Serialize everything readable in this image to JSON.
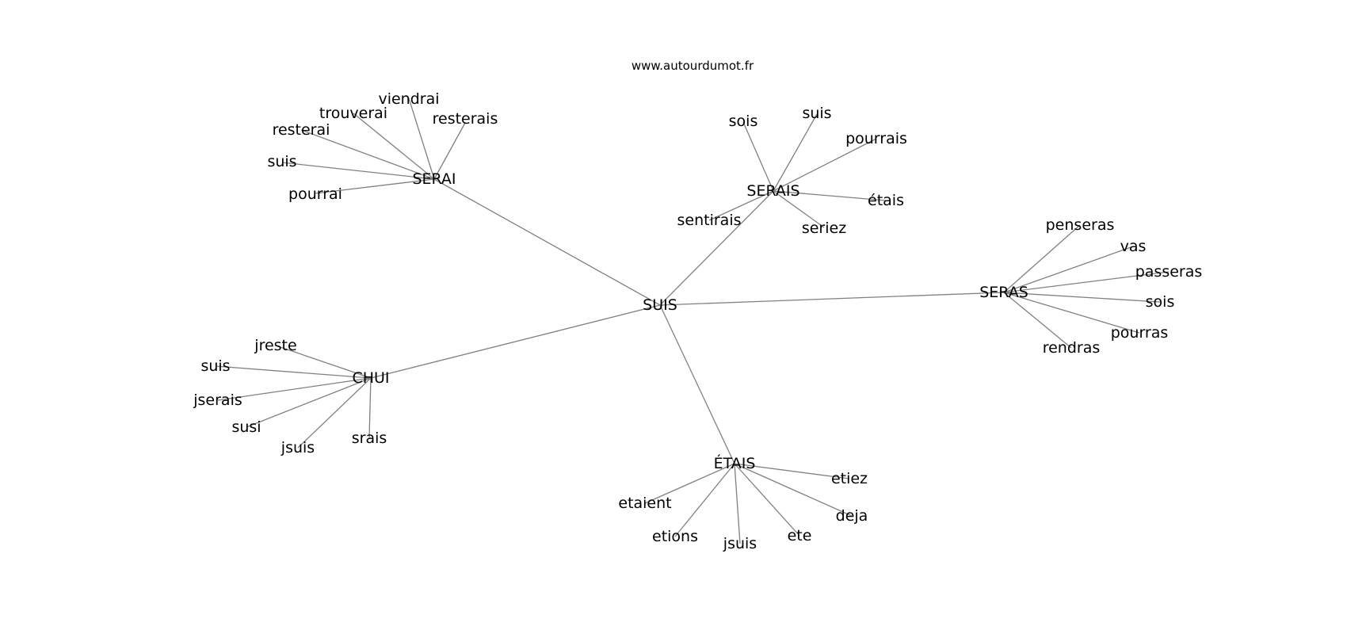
{
  "site_url": "www.autourdumot.fr",
  "graph": {
    "center": "SUIS",
    "hubs": [
      {
        "id": "serai",
        "label": "SERAI",
        "leaves": [
          "viendrai",
          "resterais",
          "trouverai",
          "resterai",
          "suis",
          "pourrai"
        ]
      },
      {
        "id": "serais",
        "label": "SERAIS",
        "leaves": [
          "sois",
          "suis",
          "pourrais",
          "étais",
          "seriez",
          "sentirais"
        ]
      },
      {
        "id": "seras",
        "label": "SERAS",
        "leaves": [
          "penseras",
          "vas",
          "passeras",
          "sois",
          "pourras",
          "rendras"
        ]
      },
      {
        "id": "chui",
        "label": "CHUI",
        "leaves": [
          "jreste",
          "suis",
          "jserais",
          "susi",
          "jsuis",
          "srais"
        ]
      },
      {
        "id": "etais",
        "label": "ÉTAIS",
        "leaves": [
          "etaient",
          "etions",
          "jsuis",
          "ete",
          "deja",
          "etiez"
        ]
      }
    ]
  },
  "colors": {
    "edge": "#808080",
    "text": "#000000",
    "background": "#ffffff"
  }
}
